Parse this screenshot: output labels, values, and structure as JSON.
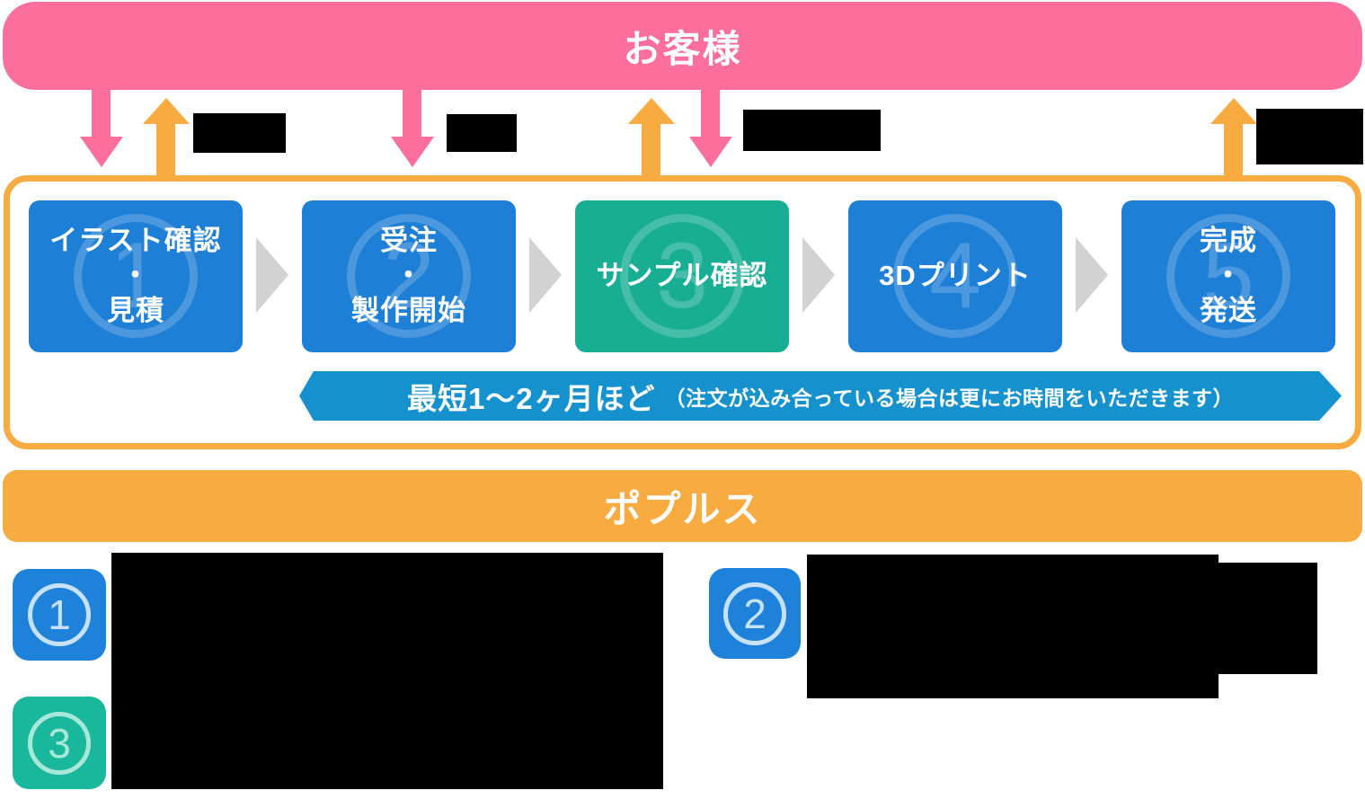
{
  "customer_bar": {
    "label": "お客様",
    "color": "#FC6E9C"
  },
  "company_bar": {
    "label": "ポプルス",
    "color": "#F8AB40"
  },
  "flow": {
    "steps": [
      {
        "id": "1",
        "label": "イラスト確認\n・\n見積",
        "variant": "blue"
      },
      {
        "id": "2",
        "label": "受注\n・\n製作開始",
        "variant": "blue"
      },
      {
        "id": "3",
        "label": "サンプル確認",
        "variant": "green"
      },
      {
        "id": "4",
        "label": "3Dプリント",
        "variant": "blue"
      },
      {
        "id": "5",
        "label": "完成\n・\n発送",
        "variant": "blue"
      }
    ],
    "duration": {
      "main": "最短1〜2ヶ月ほど",
      "note": "（注文が込み合っている場合は更にお時間をいただきます）",
      "color": "#1591CE"
    }
  },
  "legend": {
    "items": [
      {
        "id": "1",
        "variant": "blue"
      },
      {
        "id": "2",
        "variant": "blue"
      },
      {
        "id": "3",
        "variant": "green"
      }
    ]
  },
  "icons": {
    "down_arrow": "customer-to-company pink arrow",
    "up_arrow": "company-to-customer orange arrow",
    "chevron": "next-step gray chevron"
  }
}
